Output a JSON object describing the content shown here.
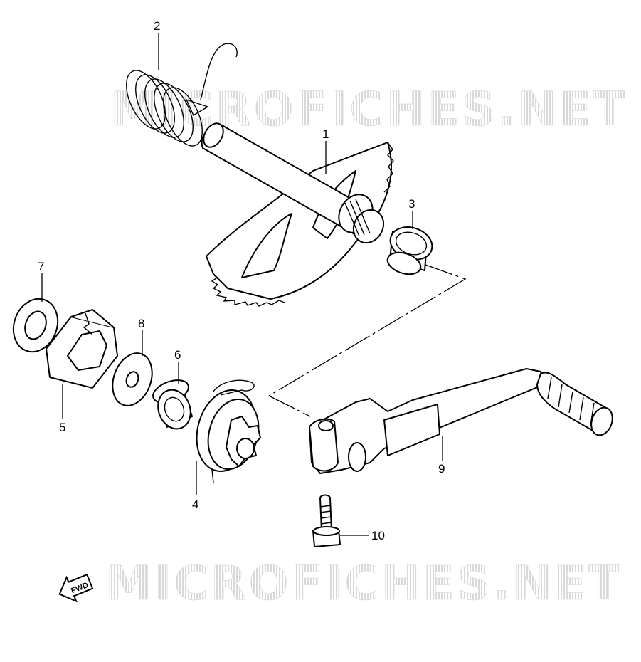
{
  "watermark": "MICROFICHES.NET",
  "fwd_label": "FWD",
  "callouts": [
    {
      "id": "1",
      "label": "1"
    },
    {
      "id": "2",
      "label": "2"
    },
    {
      "id": "3",
      "label": "3"
    },
    {
      "id": "4",
      "label": "4"
    },
    {
      "id": "5",
      "label": "5"
    },
    {
      "id": "6",
      "label": "6"
    },
    {
      "id": "7",
      "label": "7"
    },
    {
      "id": "8",
      "label": "8"
    },
    {
      "id": "9",
      "label": "9"
    },
    {
      "id": "10",
      "label": "10"
    }
  ],
  "parts": [
    "kick-starter-shaft",
    "kick-return-spring",
    "bushing",
    "idler-gear",
    "ratchet-guide",
    "bushing-6",
    "washer-7",
    "washer-8",
    "kick-starter-lever",
    "bolt"
  ]
}
